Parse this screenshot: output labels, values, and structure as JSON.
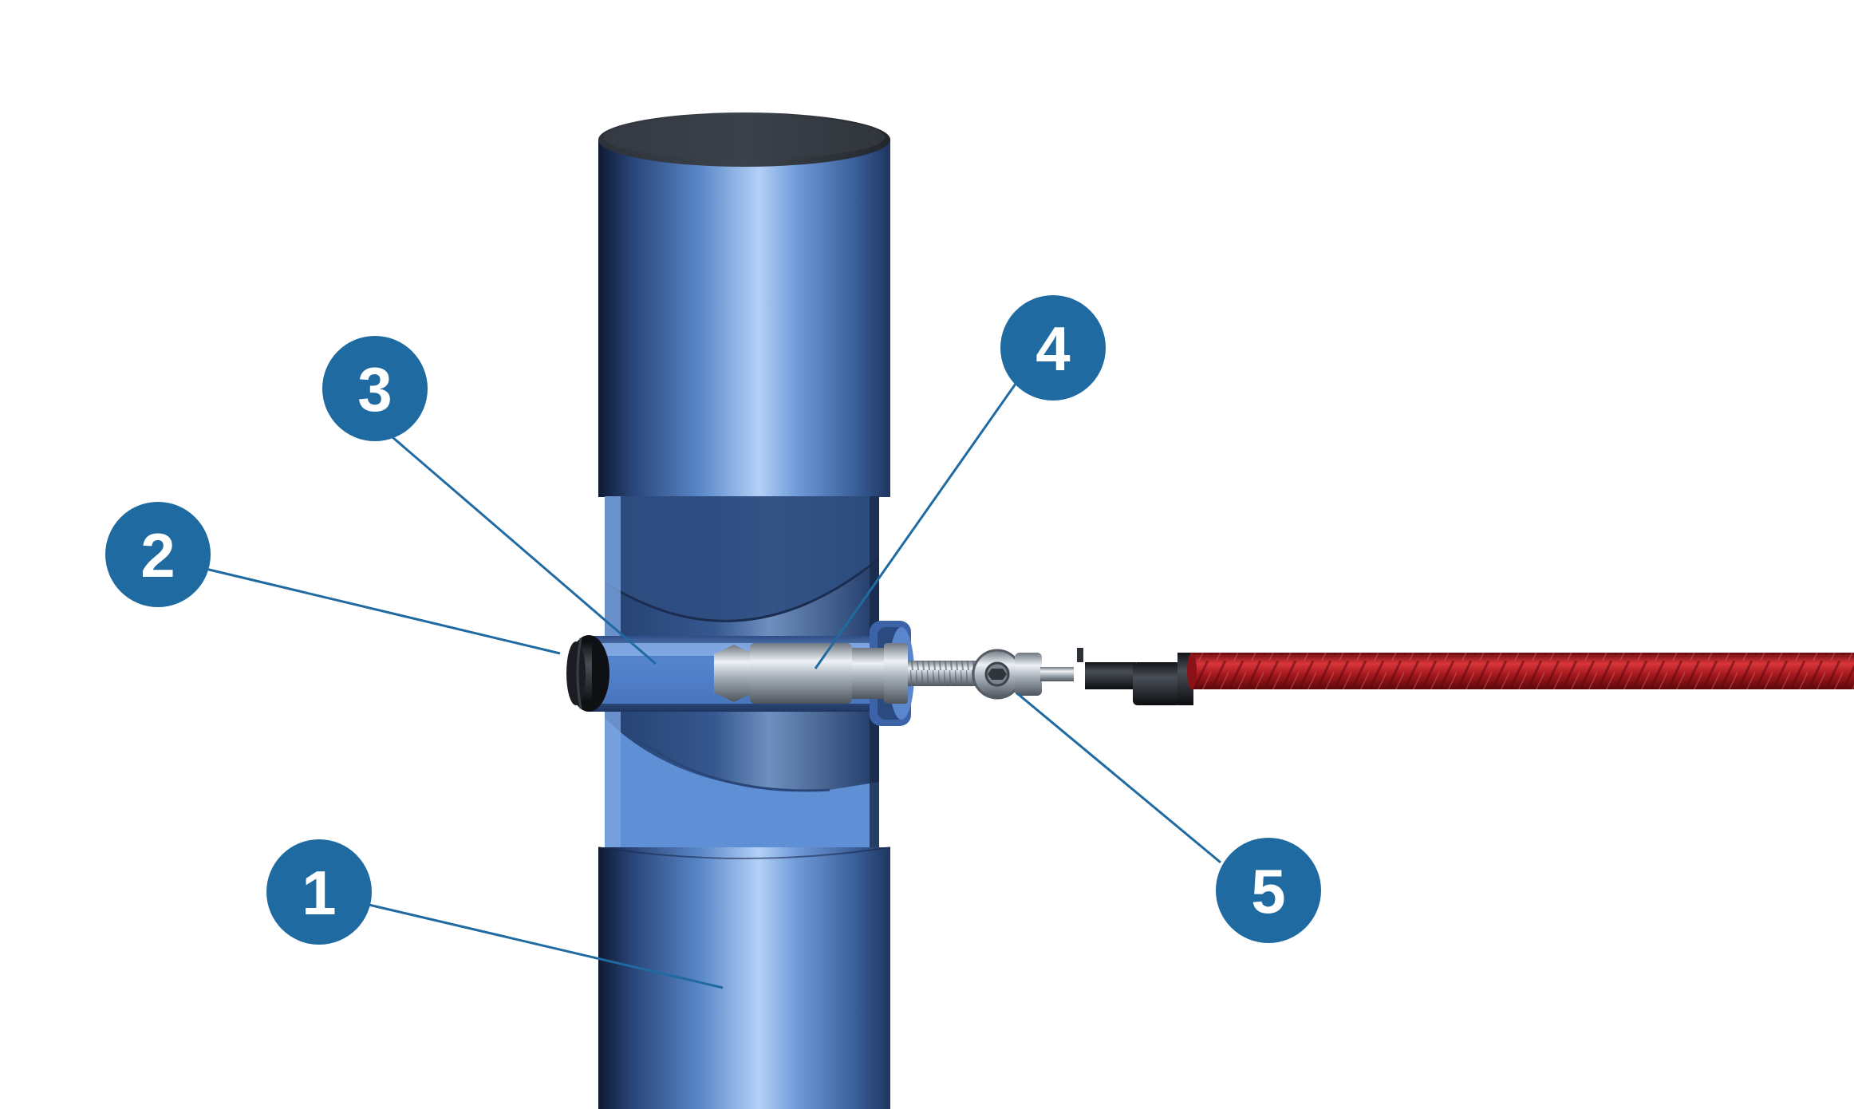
{
  "colors": {
    "post_blue": "#4f7fc2",
    "post_dark": "#1c2e55",
    "post_highlight": "#a9c8f5",
    "cap": "#2a2f37",
    "callout_fill": "#1f6aa1",
    "leader_line": "#1f6aa1",
    "rope_red": "#b01d22",
    "metal": "#b9c2cb"
  },
  "callouts": [
    {
      "id": "1",
      "label": "1",
      "target": "post"
    },
    {
      "id": "2",
      "label": "2",
      "target": "end-plug"
    },
    {
      "id": "3",
      "label": "3",
      "target": "sleeve-tube"
    },
    {
      "id": "4",
      "label": "4",
      "target": "threaded-terminal"
    },
    {
      "id": "5",
      "label": "5",
      "target": "swivel-eye"
    }
  ]
}
